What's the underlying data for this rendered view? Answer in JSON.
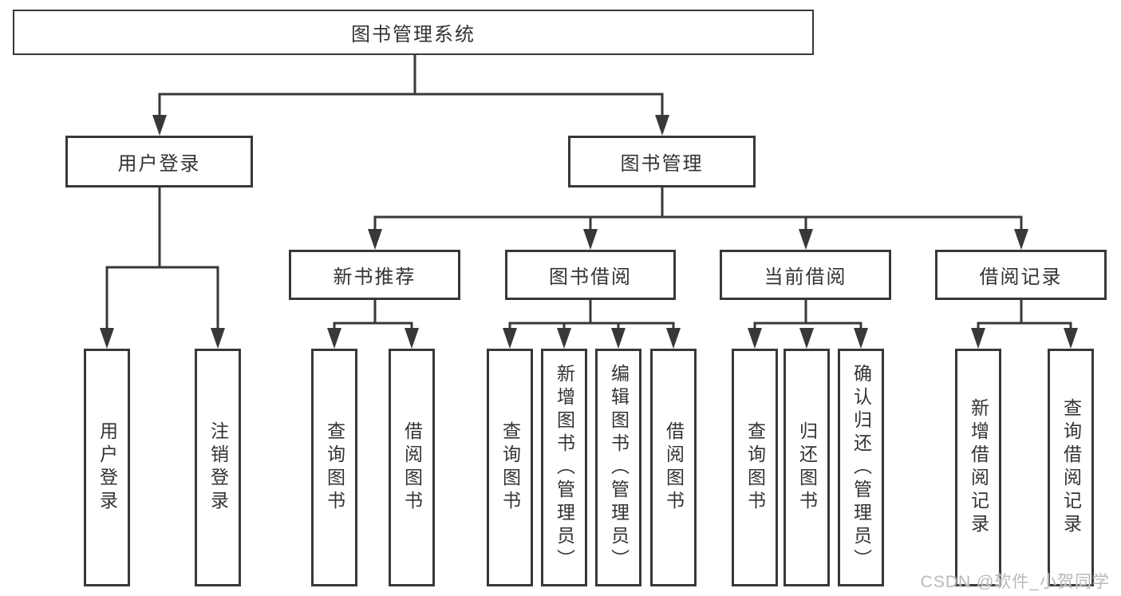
{
  "diagram": {
    "root": "图书管理系统",
    "branches": {
      "user_login": {
        "label": "用户登录",
        "children": [
          "用户登录",
          "注销登录"
        ]
      },
      "book_management": {
        "label": "图书管理",
        "sections": {
          "new_book": {
            "label": "新书推荐",
            "children": [
              "查询图书",
              "借阅图书"
            ]
          },
          "borrowing": {
            "label": "图书借阅",
            "children": [
              "查询图书",
              "新增图书（管理员）",
              "编辑图书（管理员）",
              "借阅图书"
            ]
          },
          "current": {
            "label": "当前借阅",
            "children": [
              "查询图书",
              "归还图书",
              "确认归还（管理员）"
            ]
          },
          "records": {
            "label": "借阅记录",
            "children": [
              "新增借阅记录",
              "查询借阅记录"
            ]
          }
        }
      }
    }
  },
  "watermark": "CSDN @软件_小贺同学",
  "colors": {
    "line": "#383838",
    "text": "#333333",
    "box_background": "#ffffff",
    "page_background": "#ffffff",
    "watermark": "#b9b9b9"
  }
}
